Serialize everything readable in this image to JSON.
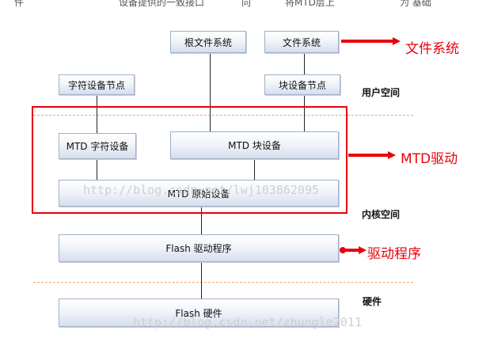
{
  "top_text": [
    "件",
    "设备提供的一致接口",
    "向",
    "将MTD层上",
    "为 基础"
  ],
  "boxes": {
    "root_fs": "根文件系统",
    "fs": "文件系统",
    "char_node": "字符设备节点",
    "block_node": "块设备节点",
    "mtd_char": "MTD 字符设备",
    "mtd_block": "MTD 块设备",
    "mtd_raw": "MTD 原始设备",
    "flash_driver": "Flash 驱动程序",
    "flash_hw": "Flash 硬件"
  },
  "regions": {
    "user_space": "用户空间",
    "kernel_space": "内核空间",
    "hardware": "硬件"
  },
  "annotations": {
    "filesystem": "文件系统",
    "mtd_driver": "MTD驱动",
    "driver_program": "驱动程序"
  },
  "watermarks": {
    "mid": "http://blog.csdn.net/lwj103862095",
    "bottom": "http://blog.csdn.net/zhungle2011"
  },
  "colors": {
    "annotation_red": "#e8000b",
    "box_border": "#9fb0c8",
    "dashed_line": "#f0a46a"
  }
}
